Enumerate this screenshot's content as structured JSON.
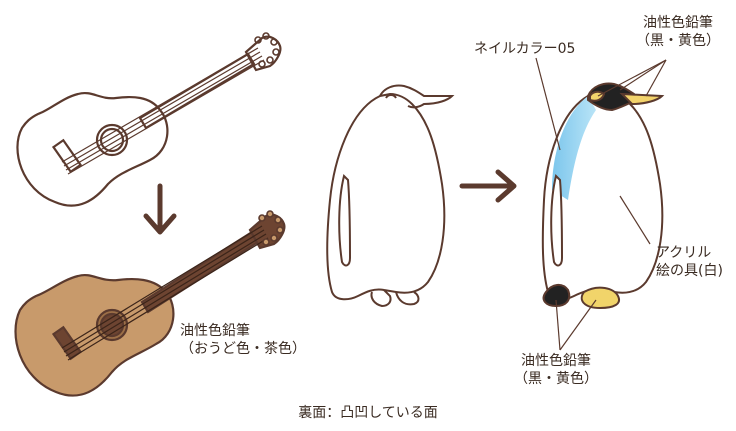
{
  "labels": {
    "guitar_pencil": {
      "line1": "油性色鉛筆",
      "line2": "（おうど色・茶色）"
    },
    "penguin_nail": "ネイルカラー05",
    "penguin_beak_pencil": {
      "line1": "油性色鉛筆",
      "line2": "（黒・黄色）"
    },
    "penguin_acrylic": {
      "line1": "アクリル",
      "line2": "絵の具(白)"
    },
    "penguin_feet_pencil": {
      "line1": "油性色鉛筆",
      "line2": "（黒・黄色）"
    },
    "back_side": "裏面：凸凹している面"
  },
  "colors": {
    "outline": "#5b3a2e",
    "guitar_body_fill": "#c89a6b",
    "guitar_neck_fill": "#6d4431",
    "nail_blue": "#8fd0f0",
    "beak_yellow": "#f3d36b",
    "foot_yellow": "#f1d46a",
    "black": "#222222",
    "leader_line": "#5b3a2e"
  }
}
